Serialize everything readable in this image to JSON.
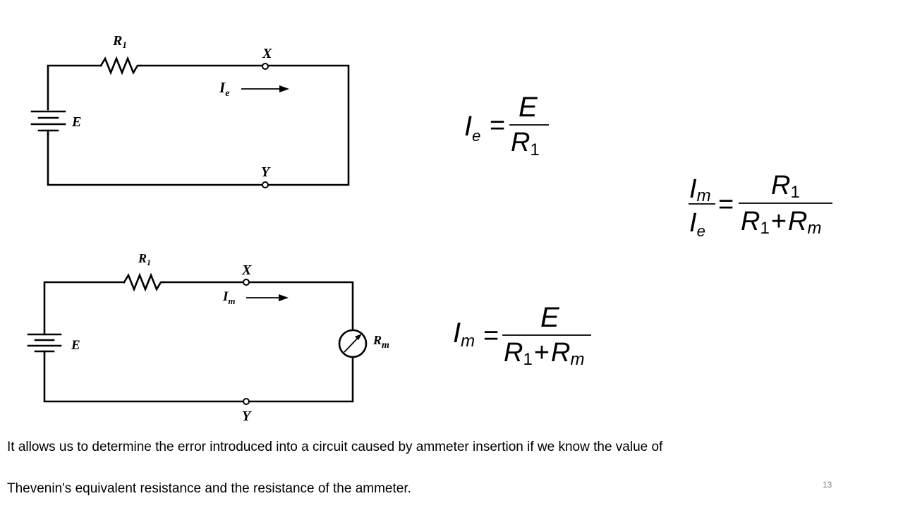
{
  "circuit_top": {
    "resistor_label": "R",
    "resistor_sub": "1",
    "source_label": "E",
    "node_x_label": "X",
    "node_y_label": "Y",
    "current_label": "I",
    "current_sub": "e"
  },
  "circuit_bottom": {
    "resistor_label": "R",
    "resistor_sub": "1",
    "source_label": "E",
    "node_x_label": "X",
    "node_y_label": "Y",
    "current_label": "I",
    "current_sub": "m",
    "meter_label": "R",
    "meter_sub": "m"
  },
  "equations": {
    "eq1": {
      "lhs": "I",
      "lhs_sub": "e",
      "num": "E",
      "den": "R",
      "den_sub": "1"
    },
    "eq2": {
      "lhs_num": "I",
      "lhs_num_sub": "m",
      "lhs_den": "I",
      "lhs_den_sub": "e",
      "num": "R",
      "num_sub": "1",
      "den_a": "R",
      "den_a_sub": "1",
      "den_plus": "+",
      "den_b": "R",
      "den_b_sub": "m"
    },
    "eq3": {
      "lhs": "I",
      "lhs_sub": "m",
      "num": "E",
      "den_a": "R",
      "den_a_sub": "1",
      "den_plus": "+",
      "den_b": "R",
      "den_b_sub": "m"
    },
    "equals": "="
  },
  "text": {
    "line1": "It allows us to determine the error introduced into a circuit caused by ammeter insertion if we know the value of",
    "line2": "Thevenin's equivalent resistance and the resistance of the ammeter."
  },
  "slide_number": "13"
}
